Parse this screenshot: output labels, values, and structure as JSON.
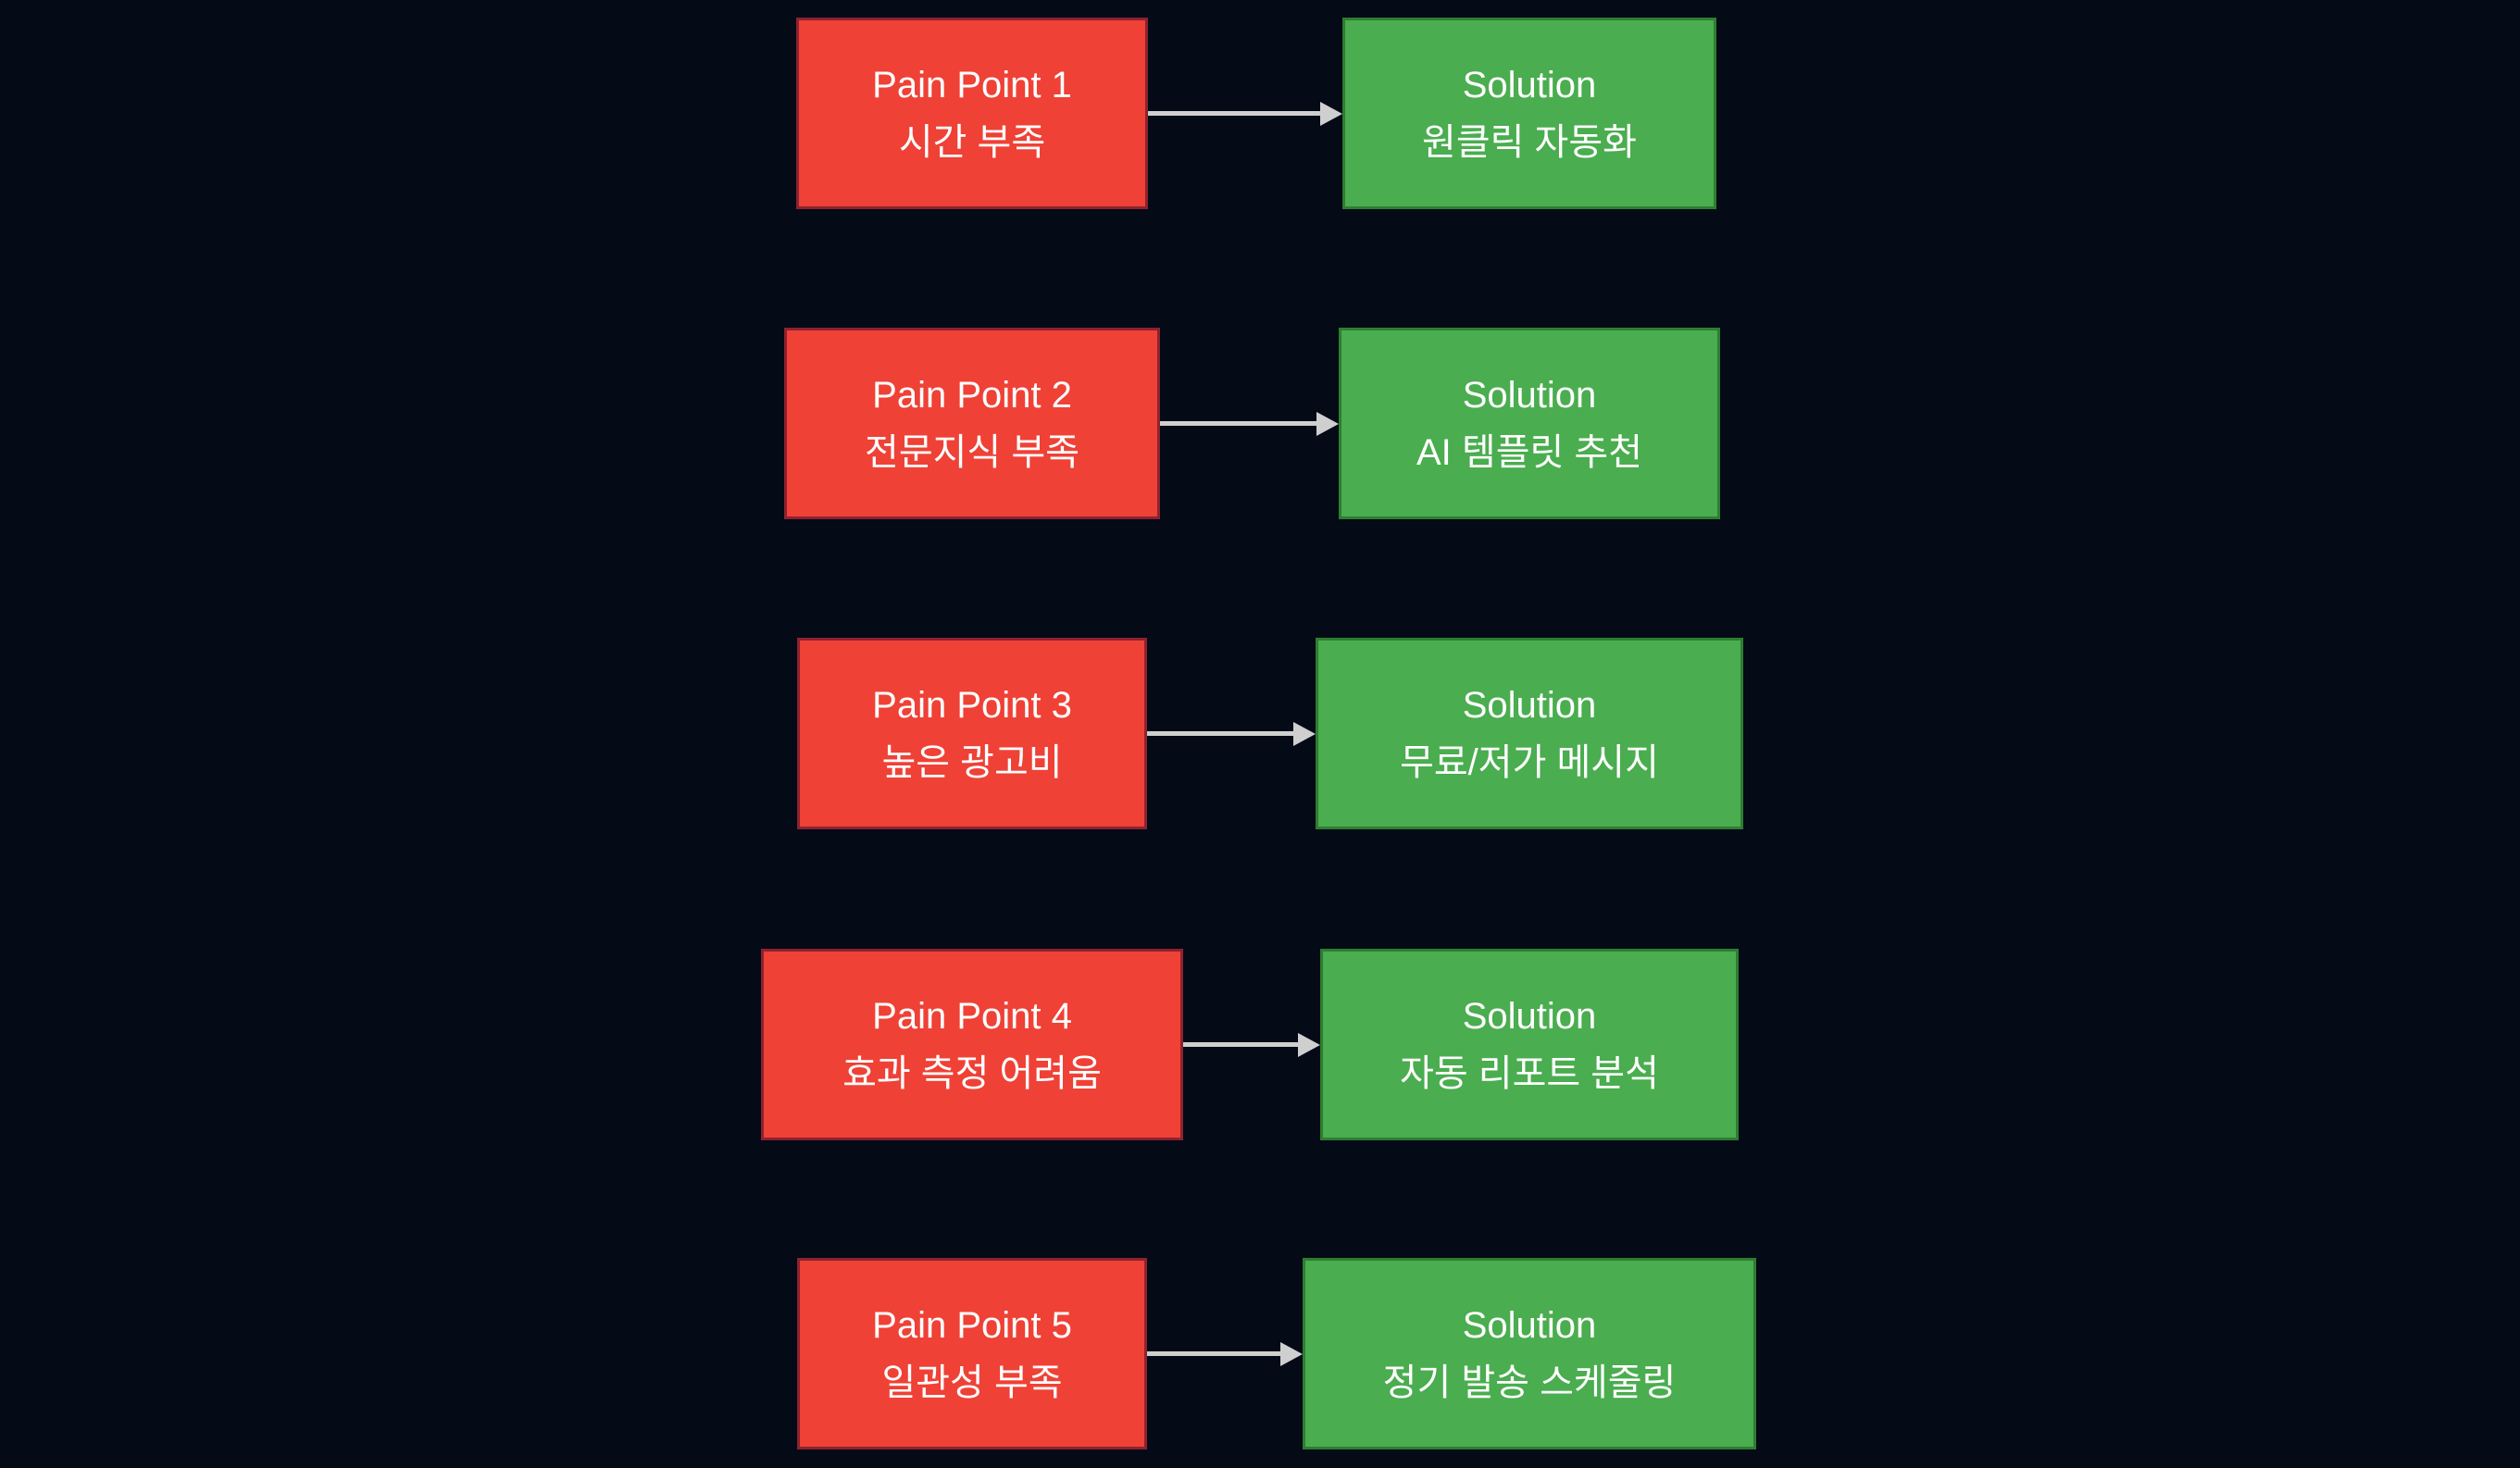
{
  "diagram": {
    "type": "pain-point-to-solution-flowchart",
    "colors": {
      "background": "#040a16",
      "pain_fill": "#ef4136",
      "pain_border": "#8c2230",
      "solution_fill": "#4aad4f",
      "solution_border": "#2e7d32",
      "arrow": "#cfcfcf",
      "text": "#ffffff"
    },
    "rows": [
      {
        "pain_title": "Pain Point 1",
        "pain_subtitle": "시간 부족",
        "solution_title": "Solution",
        "solution_subtitle": "원클릭 자동화"
      },
      {
        "pain_title": "Pain Point 2",
        "pain_subtitle": "전문지식 부족",
        "solution_title": "Solution",
        "solution_subtitle": "AI 템플릿 추천"
      },
      {
        "pain_title": "Pain Point 3",
        "pain_subtitle": "높은 광고비",
        "solution_title": "Solution",
        "solution_subtitle": "무료/저가 메시지"
      },
      {
        "pain_title": "Pain Point 4",
        "pain_subtitle": "효과 측정 어려움",
        "solution_title": "Solution",
        "solution_subtitle": "자동 리포트 분석"
      },
      {
        "pain_title": "Pain Point 5",
        "pain_subtitle": "일관성 부족",
        "solution_title": "Solution",
        "solution_subtitle": "정기 발송 스케줄링"
      }
    ]
  }
}
